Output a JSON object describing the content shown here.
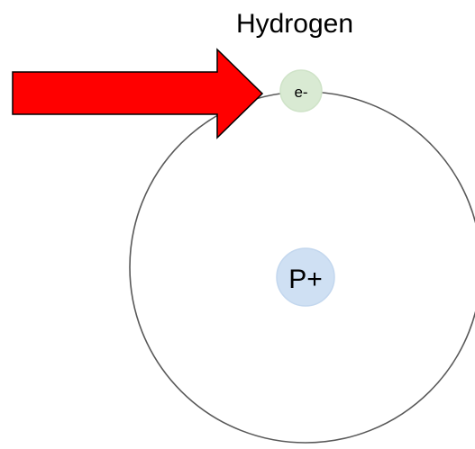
{
  "title": "Hydrogen",
  "electron": {
    "label": "e-",
    "fill": "#d9ead3",
    "stroke": "#cfe3c8"
  },
  "nucleus": {
    "label": "P+",
    "fill": "#cfe0f3",
    "stroke": "#c3d7ee"
  },
  "orbit": {
    "stroke": "#595959"
  },
  "arrow": {
    "fill": "#ff0000",
    "stroke": "#000000"
  }
}
